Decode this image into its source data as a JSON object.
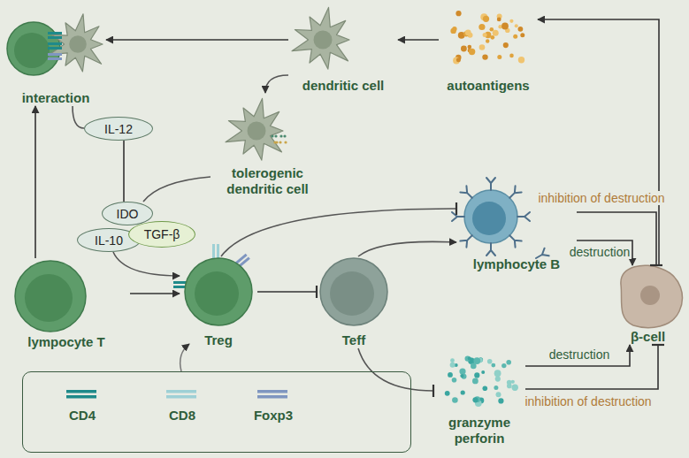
{
  "diagram": {
    "nodes": [
      {
        "text": [
          "interaction"
        ]
      },
      {
        "text": [
          "dendritic cell"
        ]
      },
      {
        "text": [
          "autoantigens"
        ]
      },
      {
        "text": [
          "tolerogenic dendritic cell"
        ]
      },
      {
        "text": [
          "IL-12"
        ]
      },
      {
        "text": [
          "IDO"
        ]
      },
      {
        "text": [
          "IL-10"
        ]
      },
      {
        "text": [
          "TGF-β"
        ]
      },
      {
        "text": [
          "lympocyte T"
        ]
      },
      {
        "text": [
          "Treg"
        ]
      },
      {
        "text": [
          "Teff"
        ]
      },
      {
        "text": [
          "lymphocyte B"
        ]
      },
      {
        "text": [
          "β-cell"
        ]
      },
      {
        "text": [
          "granzyme perforin"
        ]
      }
    ],
    "edges": [
      {
        "from": 2,
        "to": 1,
        "arrow": "to"
      },
      {
        "from": 12,
        "to": 2,
        "arrow": "to"
      },
      {
        "from": 1,
        "to": 0,
        "arrow": "to"
      },
      {
        "from": 1,
        "to": 3,
        "arrow": "to"
      },
      {
        "from": 8,
        "to": 0,
        "arrow": "to"
      },
      {
        "from": 8,
        "to": 9,
        "arrow": "to"
      },
      {
        "from": 9,
        "to": 10,
        "arrow": "to"
      },
      {
        "from": 9,
        "to": 11,
        "arrow": "to"
      },
      {
        "from": 10,
        "to": 11,
        "arrow": "to"
      },
      {
        "from": 10,
        "to": 13,
        "arrow": "to"
      },
      {
        "from": 11,
        "to": 12,
        "label": "destruction",
        "arrow": "to"
      },
      {
        "from": 11,
        "to": 12,
        "label": "inhibition of destruction",
        "arrow": "to"
      },
      {
        "from": 13,
        "to": 12,
        "label": "destruction",
        "arrow": "to"
      },
      {
        "from": 13,
        "to": 12,
        "label": "inhibition of destruction",
        "arrow": "to"
      },
      {
        "from": 0,
        "to": 4,
        "arrow": "none"
      },
      {
        "from": 3,
        "to": 5,
        "arrow": "none"
      },
      {
        "from": 4,
        "to": 5,
        "arrow": "none"
      },
      {
        "from": 6,
        "to": 9,
        "arrow": "to"
      }
    ],
    "legend": [
      {
        "text": "CD4"
      },
      {
        "text": "CD8"
      },
      {
        "text": "Foxp3"
      }
    ]
  }
}
